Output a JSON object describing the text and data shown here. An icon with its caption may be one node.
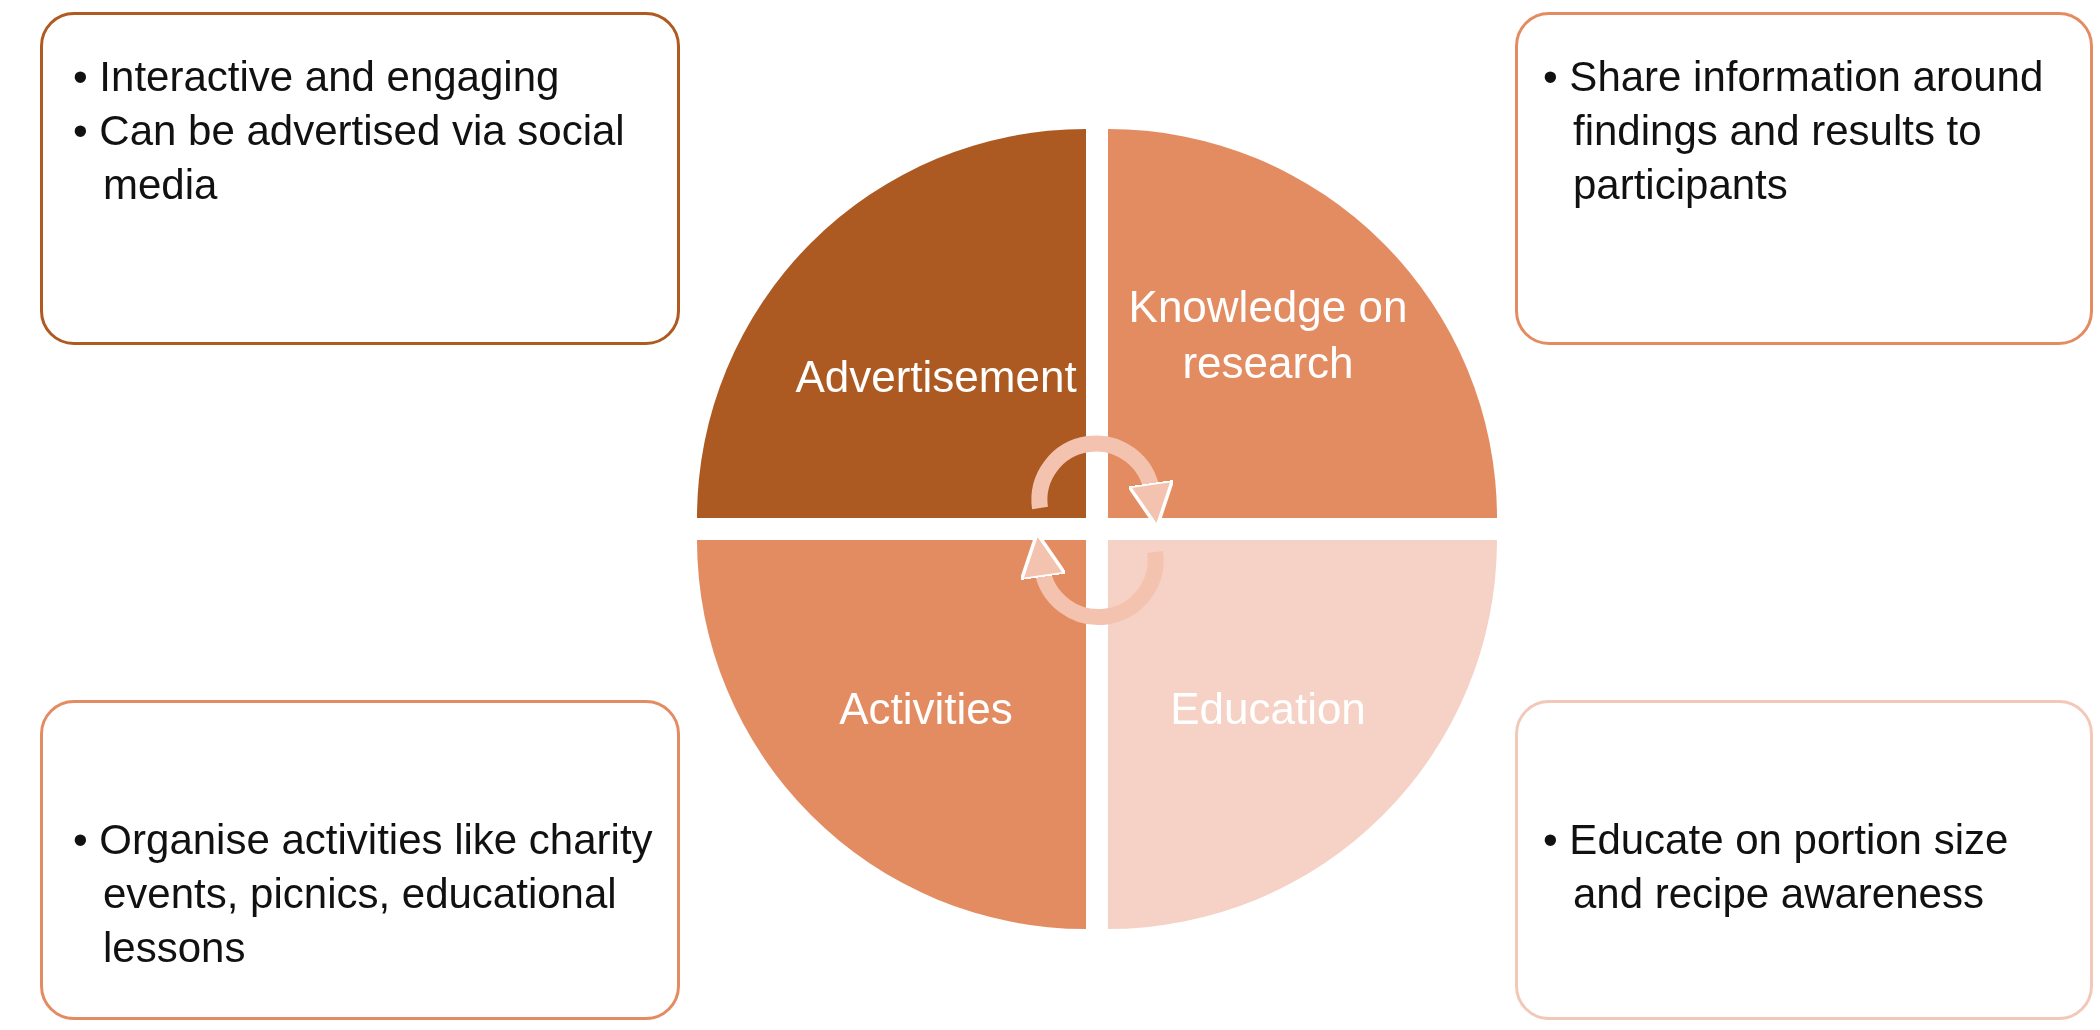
{
  "diagram": {
    "nodes": [
      {
        "text": [
          "• Interactive and engaging",
          "• Can be advertised via social media"
        ]
      },
      {
        "text": [
          "• Share information around findings and results to participants"
        ]
      },
      {
        "text": [
          "Advertisement"
        ]
      },
      {
        "text": [
          "Knowledge on research"
        ]
      },
      {
        "text": [
          "Activities"
        ]
      },
      {
        "text": [
          "Education"
        ]
      },
      {
        "text": [
          "• Organise activities like charity events, picnics, educational lessons"
        ]
      },
      {
        "text": [
          "• Educate on portion size and recipe awareness"
        ]
      }
    ],
    "edges": [
      {
        "from": 2,
        "to": 3,
        "arrow": "to"
      },
      {
        "from": 5,
        "to": 4,
        "arrow": "to"
      }
    ]
  }
}
